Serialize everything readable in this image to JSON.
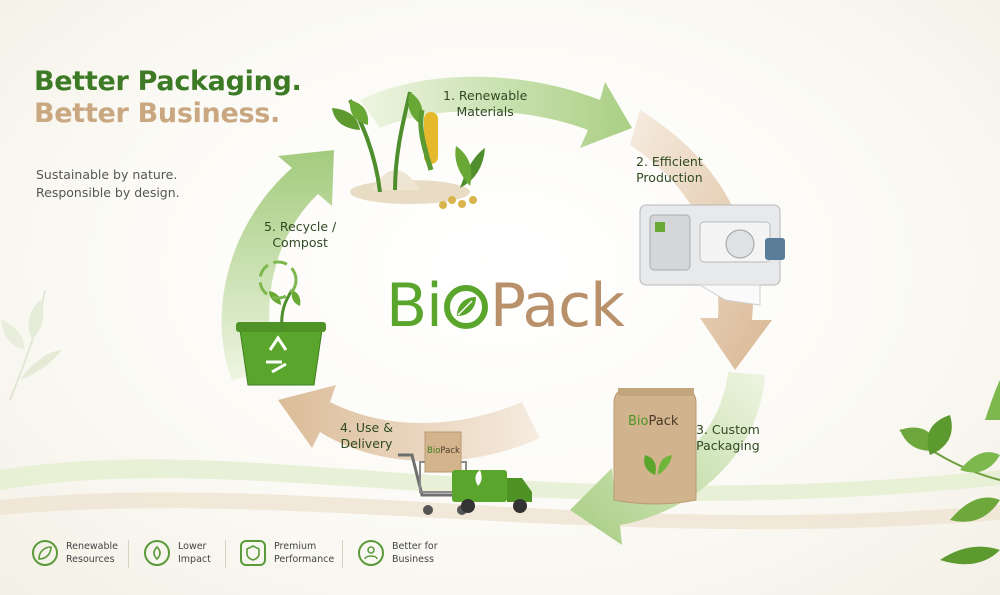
{
  "headline": {
    "line1": "Better Packaging.",
    "line2": "Better Business."
  },
  "tagline": {
    "line1": "Sustainable by nature.",
    "line2": "Responsible by design."
  },
  "brand": {
    "part1": "Bi",
    "part2": "Pack"
  },
  "steps": [
    {
      "line1": "1. Renewable",
      "line2": "Materials"
    },
    {
      "line1": "2. Efficient",
      "line2": "Production"
    },
    {
      "line1": "3. Custom",
      "line2": "Packaging"
    },
    {
      "line1": "4. Use &",
      "line2": "Delivery"
    },
    {
      "line1": "5. Recycle /",
      "line2": "Compost"
    }
  ],
  "pouch_logo": {
    "part1": "Bi",
    "part2": "Pack"
  },
  "box_logo": {
    "part1": "Bi",
    "part2": "Pack"
  },
  "features": [
    {
      "line1": "Renewable",
      "line2": "Resources",
      "icon": "leaf-icon"
    },
    {
      "line1": "Lower",
      "line2": "Impact",
      "icon": "leaf-down-icon"
    },
    {
      "line1": "Premium",
      "line2": "Performance",
      "icon": "shield-leaf-icon"
    },
    {
      "line1": "Better for",
      "line2": "Business",
      "icon": "people-icon"
    }
  ],
  "colors": {
    "green": "#5aa52c",
    "dark_green": "#3d7a26",
    "tan": "#c8a781"
  }
}
